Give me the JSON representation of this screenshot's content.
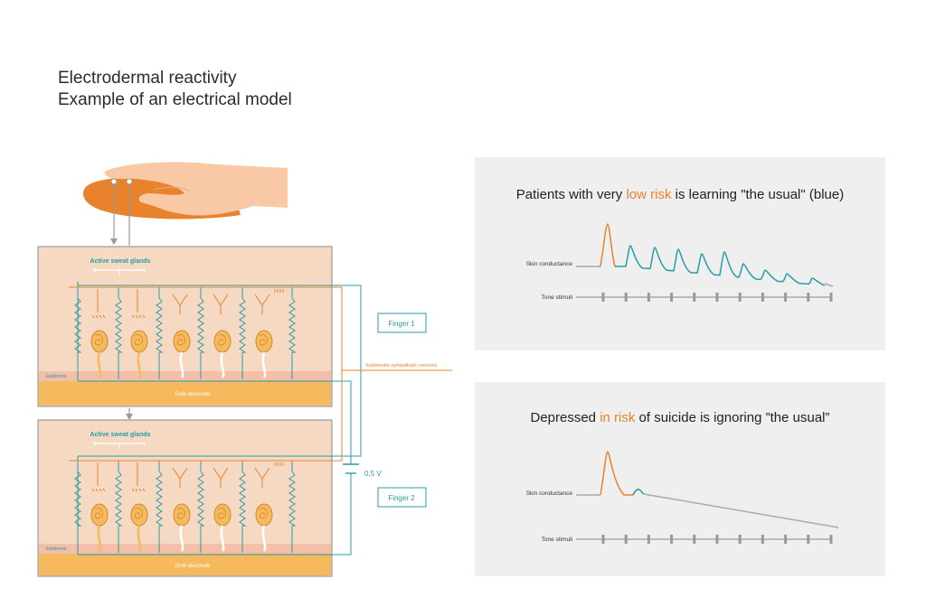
{
  "title": {
    "line1": "Electrodermal reactivity",
    "line2": "Example of an electrical model"
  },
  "model": {
    "active_sweat_glands_label": "Active sweat glands",
    "epidermis_label": "Epidermis",
    "gold_electrode_label": "Gold electrode",
    "sudomotor_label": "Sudomotor sympathatic neurons",
    "finger1_label": "Finger 1",
    "finger2_label": "Finger 2",
    "voltage_label": "0,5 V"
  },
  "panels": [
    {
      "title_pre": "Patients with very ",
      "title_highlight": "low risk",
      "title_post": " is learning \"the usual\" (blue)",
      "skin_label": "Skin conductance",
      "tone_label": "Tone stimuli"
    },
    {
      "title_pre": "Depressed ",
      "title_highlight": "in risk",
      "title_post": " of suicide is ignoring ”the usual”",
      "skin_label": "Skin conductance",
      "tone_label": "Tone stimuli"
    }
  ],
  "colors": {
    "orange": "#e8822c",
    "teal": "#2a9ba8",
    "gray": "#aaaaaa",
    "skin": "#f6d9c2",
    "electrode": "#f6b95e"
  }
}
